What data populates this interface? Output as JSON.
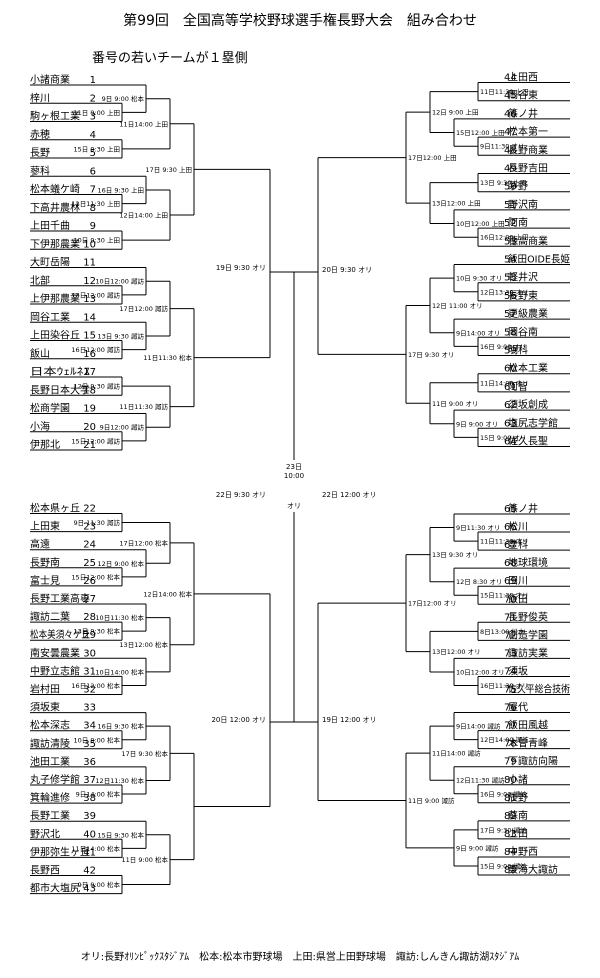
{
  "title": "第99回　全国高等学校野球選手権長野大会　組み合わせ",
  "subtitle": "番号の若いチームが１塁側",
  "footer": "オリ:長野ｵﾘﾝﾋﾟｯｸｽﾀｼﾞｱﾑ　松本:松本市野球場　上田:県営上田野球場　諏訪:しんきん諏訪湖ｽﾀｼﾞｱﾑ",
  "teams_left": [
    "小諸商業",
    "梓川",
    "駒ヶ根工業",
    "赤穂",
    "長野",
    "蓼科",
    "松本蟻ケ崎",
    "下高井農林",
    "上田千曲",
    "下伊那農業",
    "大町岳陽",
    "北部",
    "上伊那農業",
    "岡谷工業",
    "上田染谷丘",
    "飯山",
    "日本ｳｪﾙﾈｽ",
    "長野日本大学",
    "松商学園",
    "小海",
    "伊那北",
    "松本県ヶ丘",
    "上田東",
    "高遠",
    "長野南",
    "富士見",
    "長野工業高専",
    "諏訪二葉",
    "松本美須々ケ丘",
    "南安曇農業",
    "中野立志館",
    "岩村田",
    "須坂東",
    "松本深志",
    "諏訪清陵",
    "池田工業",
    "丸子修学館",
    "箕輪進修",
    "長野工業",
    "野沢北",
    "伊那弥生ヶ丘",
    "長野西",
    "都市大塩尻"
  ],
  "teams_right": [
    "上田西",
    "岡谷東",
    "篠ノ井",
    "松本第一",
    "長野商業",
    "長野吉田",
    "茅野",
    "野沢南",
    "阿南",
    "穂高商業",
    "飯田OIDE長姫",
    "軽井沢",
    "長野東",
    "更級農業",
    "岡谷南",
    "明科",
    "松本工業",
    "阿智",
    "須坂創成",
    "塩尻志学館",
    "佐久長聖",
    "篠ノ井",
    "松川",
    "豊科",
    "地球環境",
    "田川",
    "飯田",
    "長野俊英",
    "創造学園",
    "諏訪実業",
    "須坂",
    "佐久平総合技術",
    "屋代",
    "飯田風越",
    "木曽青峰",
    "下諏訪向陽",
    "小諸",
    "辰野",
    "蘇南",
    "上田",
    "中野西",
    "東海大諏訪"
  ],
  "left_matches": [
    {
      "num": "1",
      "label": "11日 9:00 上田"
    },
    {
      "num": "2",
      "label": "9日 9:00 松本"
    },
    {
      "num": "3",
      "label": "15日 9:30 上田"
    },
    {
      "num": "4",
      "label": "11日14:00 上田"
    },
    {
      "num": "5",
      "label": "12日11:30 上田"
    },
    {
      "num": "6",
      "label": "16日 9:30 上田"
    },
    {
      "num": "7",
      "label": "10日 9:30 上田"
    },
    {
      "num": "8",
      "label": "12日14:00 上田"
    },
    {
      "num": "9",
      "label": "17日 9:30 上田"
    },
    {
      "num": "10",
      "label": "13日12:00 諏訪"
    },
    {
      "num": "11",
      "label": "10日12:00 諏訪"
    },
    {
      "num": "12",
      "label": "16日12:00 諏訪"
    },
    {
      "num": "13",
      "label": "13日 9:30 諏訪"
    },
    {
      "num": "14",
      "label": "17日12:00 諏訪"
    },
    {
      "num": "15",
      "label": "12日 9:30 諏訪"
    },
    {
      "num": "16",
      "label": "15日12:00 諏訪"
    },
    {
      "num": "17",
      "label": "9日12:00 諏訪"
    },
    {
      "num": "18",
      "label": "11日11:30 諏訪"
    },
    {
      "num": "19",
      "label": "11日11:30 松本"
    },
    {
      "num": "20",
      "label": "9日 11:30 諏訪"
    },
    {
      "num": "21",
      "label": "15日12:00 松本"
    },
    {
      "num": "22",
      "label": "12日 9:00 松本"
    },
    {
      "num": "23",
      "label": "17日12:00 松本"
    },
    {
      "num": "24",
      "label": "13日 9:30 松本"
    },
    {
      "num": "25",
      "label": "10日11:30 松本"
    },
    {
      "num": "26",
      "label": "16日12:00 松本"
    },
    {
      "num": "27",
      "label": "10日14:00 松本"
    },
    {
      "num": "28",
      "label": "13日12:00 松本"
    },
    {
      "num": "29",
      "label": "12日14:00 松本"
    },
    {
      "num": "30",
      "label": "10日 9:00 松本"
    },
    {
      "num": "31",
      "label": "16日 9:30 松本"
    },
    {
      "num": "32",
      "label": "9日14:00 松本"
    },
    {
      "num": "33",
      "label": "12日11:30 松本"
    },
    {
      "num": "34",
      "label": "17日 9:30 松本"
    },
    {
      "num": "35",
      "label": "11日14:00 松本"
    },
    {
      "num": "36",
      "label": "15日 9:30 松本"
    },
    {
      "num": "37",
      "label": "9日 9:00 松本"
    },
    {
      "num": "38",
      "label": "11日 9:00 松本"
    }
  ],
  "right_matches": [
    {
      "num": "39",
      "label": "11日11:30 上田"
    },
    {
      "num": "40",
      "label": "9日11:30 オリ"
    },
    {
      "num": "41",
      "label": "15日12:00 上田"
    },
    {
      "num": "42",
      "label": "12日 9:00 上田"
    },
    {
      "num": "43",
      "label": "13日 9:30 上田"
    },
    {
      "num": "44",
      "label": "16日12:00 上田"
    },
    {
      "num": "45",
      "label": "10日12:00 上田"
    },
    {
      "num": "46",
      "label": "13日12:00 上田"
    },
    {
      "num": "47",
      "label": "17日12:00 上田"
    },
    {
      "num": "48",
      "label": "12日13:30 オリ"
    },
    {
      "num": "49",
      "label": "10日 9:30 オリ"
    },
    {
      "num": "50",
      "label": "16日 9:00 オリ"
    },
    {
      "num": "51",
      "label": "9日14:00 オリ"
    },
    {
      "num": "52",
      "label": "12日 11:00 オリ"
    },
    {
      "num": "53",
      "label": "11日14:00 オリ"
    },
    {
      "num": "54",
      "label": "15日 9:00 オリ"
    },
    {
      "num": "55",
      "label": "9日 9:00 オリ"
    },
    {
      "num": "56",
      "label": "11日 9:00 オリ"
    },
    {
      "num": "57",
      "label": "17日 9:30 オリ"
    },
    {
      "num": "58",
      "label": "11日11:30 オリ"
    },
    {
      "num": "59",
      "label": "9日11:30 オリ"
    },
    {
      "num": "60",
      "label": "15日11:30 オリ"
    },
    {
      "num": "61",
      "label": "12日 8:30 オリ"
    },
    {
      "num": "62",
      "label": "13日 9:30 オリ"
    },
    {
      "num": "63",
      "label": "8日13:00 松本"
    },
    {
      "num": "64",
      "label": "16日11:30 オリ"
    },
    {
      "num": "65",
      "label": "10日12:00 オリ"
    },
    {
      "num": "66",
      "label": "13日12:00 オリ"
    },
    {
      "num": "67",
      "label": "17日12:00 オリ"
    },
    {
      "num": "68",
      "label": "12日14:00 諏訪"
    },
    {
      "num": "69",
      "label": "9日14:00 諏訪"
    },
    {
      "num": "70",
      "label": "16日 9:00 諏訪"
    },
    {
      "num": "71",
      "label": "12日11:30 諏訪"
    },
    {
      "num": "72",
      "label": "11日14:00 諏訪"
    },
    {
      "num": "73",
      "label": "17日 9:30 諏訪"
    },
    {
      "num": "74",
      "label": "15日 9:00 諏訪"
    },
    {
      "num": "75",
      "label": "9日 9:00 諏訪"
    },
    {
      "num": "76",
      "label": "11日 9:00 諏訪"
    }
  ],
  "final_rounds": {
    "left_r4": [
      "19日 9:30 オリ",
      "20日 12:00 オリ"
    ],
    "right_r4": [
      "20日 9:30 オリ",
      "19日 12:00 オリ"
    ],
    "left_sf": "22日 9:30 オリ",
    "right_sf": "22日 12:00 オリ",
    "final_date": "23日",
    "final_time": "10:00",
    "final_venue": "オリ"
  }
}
